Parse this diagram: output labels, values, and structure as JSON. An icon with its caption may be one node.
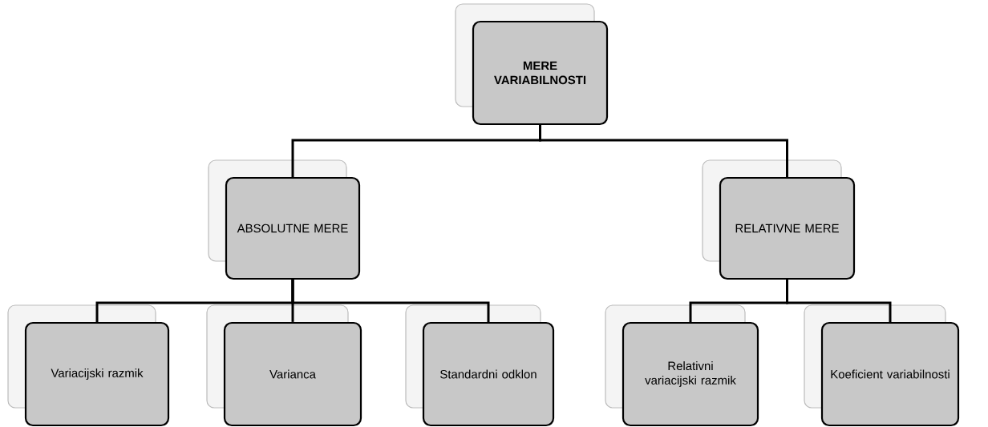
{
  "diagram": {
    "nodes": [
      {
        "text": [
          "MERE VARIABILNOSTI"
        ]
      },
      {
        "text": [
          "ABSOLUTNE MERE"
        ]
      },
      {
        "text": [
          "RELATIVNE MERE"
        ]
      },
      {
        "text": [
          "Variacijski razmik"
        ]
      },
      {
        "text": [
          "Varianca"
        ]
      },
      {
        "text": [
          "Standardni odklon"
        ]
      },
      {
        "text": [
          "Relativni variacijski razmik"
        ]
      },
      {
        "text": [
          "Koeficient variabilnosti"
        ]
      }
    ],
    "edges": [
      {
        "from": 0,
        "to": 1,
        "arrow": "none"
      },
      {
        "from": 0,
        "to": 2,
        "arrow": "none"
      },
      {
        "from": 1,
        "to": 3,
        "arrow": "none"
      },
      {
        "from": 1,
        "to": 4,
        "arrow": "none"
      },
      {
        "from": 1,
        "to": 5,
        "arrow": "none"
      },
      {
        "from": 2,
        "to": 6,
        "arrow": "none"
      },
      {
        "from": 2,
        "to": 7,
        "arrow": "none"
      }
    ]
  }
}
